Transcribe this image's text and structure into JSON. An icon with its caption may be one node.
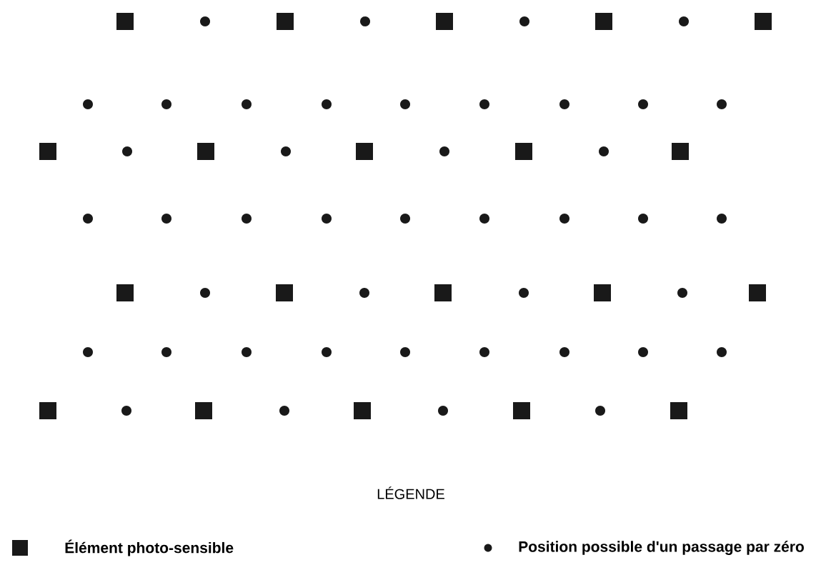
{
  "diagram": {
    "labels": [
      "LÉGENDE"
    ],
    "legend": [
      {
        "text": "Élément photo-sensible"
      },
      {
        "text": "Position possible d'un passage par zéro"
      }
    ]
  }
}
